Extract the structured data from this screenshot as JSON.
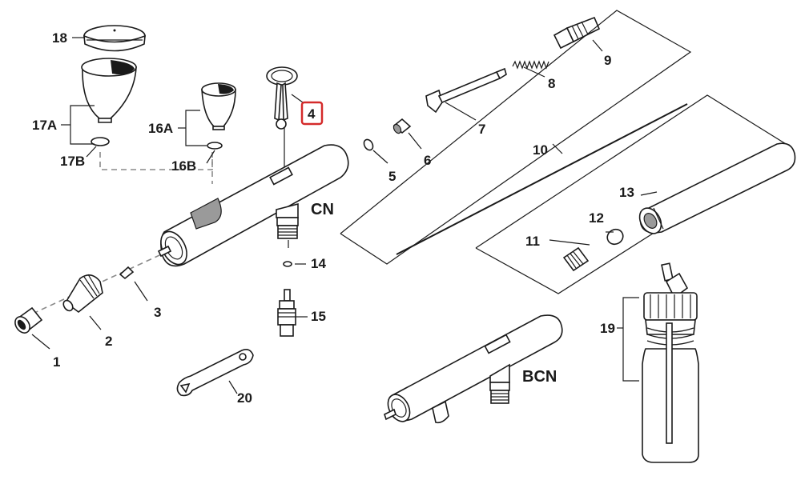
{
  "labels": {
    "p1": "1",
    "p2": "2",
    "p3": "3",
    "p4": "4",
    "p5": "5",
    "p6": "6",
    "p7": "7",
    "p8": "8",
    "p9": "9",
    "p10": "10",
    "p11": "11",
    "p12": "12",
    "p13": "13",
    "p14": "14",
    "p15": "15",
    "p16a": "16A",
    "p16b": "16B",
    "p17a": "17A",
    "p17b": "17B",
    "p18": "18",
    "p19": "19",
    "p20": "20",
    "cn": "CN",
    "bcn": "BCN"
  },
  "highlight": {
    "part": "4",
    "color": "#d42b2b"
  }
}
